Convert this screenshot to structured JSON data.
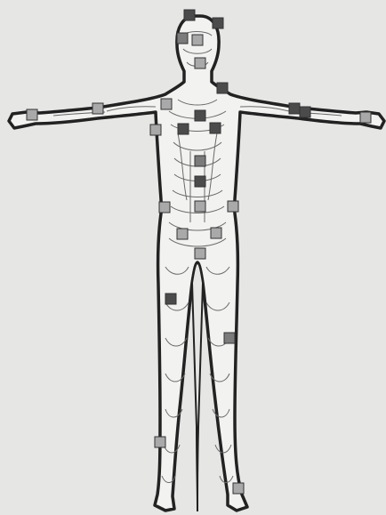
{
  "figure": {
    "background_color": "#e6e6e4",
    "body_color": "#f2f2f0",
    "outline_color": "#222222",
    "contour_color": "#6a6a6a",
    "marker_shades": {
      "light": "#a9a9a9",
      "medium": "#7b7b7b",
      "dark": "#4b4b4b"
    }
  },
  "markers": [
    {
      "id": "head-top",
      "shade": "dark"
    },
    {
      "id": "head-right-side",
      "shade": "dark"
    },
    {
      "id": "head-left-side",
      "shade": "medium"
    },
    {
      "id": "face",
      "shade": "light"
    },
    {
      "id": "chin",
      "shade": "light"
    },
    {
      "id": "neck-right",
      "shade": "dark"
    },
    {
      "id": "shoulder-left",
      "shade": "light"
    },
    {
      "id": "shoulder-right",
      "shade": "dark"
    },
    {
      "id": "upper-arm-left",
      "shade": "light"
    },
    {
      "id": "upper-arm-right",
      "shade": "dark"
    },
    {
      "id": "wrist-left",
      "shade": "light"
    },
    {
      "id": "wrist-right",
      "shade": "light"
    },
    {
      "id": "chest-upper",
      "shade": "dark"
    },
    {
      "id": "chest-left",
      "shade": "dark"
    },
    {
      "id": "chest-right",
      "shade": "dark"
    },
    {
      "id": "armpit-left",
      "shade": "light"
    },
    {
      "id": "abdomen-upper",
      "shade": "medium"
    },
    {
      "id": "abdomen-middle",
      "shade": "dark"
    },
    {
      "id": "abdomen-lower",
      "shade": "light"
    },
    {
      "id": "waist-left",
      "shade": "light"
    },
    {
      "id": "waist-right",
      "shade": "light"
    },
    {
      "id": "groin-left",
      "shade": "light"
    },
    {
      "id": "groin-right",
      "shade": "light"
    },
    {
      "id": "pubis",
      "shade": "light"
    },
    {
      "id": "thigh-left",
      "shade": "dark"
    },
    {
      "id": "knee-right",
      "shade": "medium"
    },
    {
      "id": "shin-left",
      "shade": "light"
    },
    {
      "id": "ankle-right",
      "shade": "light"
    }
  ]
}
